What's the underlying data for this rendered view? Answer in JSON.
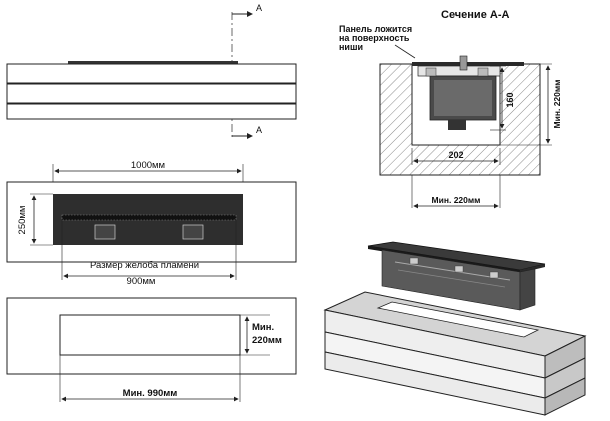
{
  "section": {
    "title": "Сечение А-А",
    "cut_mark": "А",
    "note_lines": [
      "Панель ложится",
      "на поверхность",
      "ниши"
    ],
    "dim_height": "160",
    "dim_inner_width": "202",
    "dim_min_width": "Мин. 220мм",
    "dim_min_height": "Мин. 220мм"
  },
  "front_view": {
    "dim_length": "1000мм",
    "dim_depth": "250мм",
    "flame_caption": "Размер желоба пламени",
    "flame_length": "900мм"
  },
  "niche_view": {
    "dim_min_height_lines": [
      "Мин.",
      "220мм"
    ],
    "dim_min_length": "Мин. 990мм"
  },
  "colors": {
    "line": "#222222",
    "panel": "#2a2a2a",
    "hatch": "#888888",
    "panel_gray": "#cfcfcf"
  }
}
